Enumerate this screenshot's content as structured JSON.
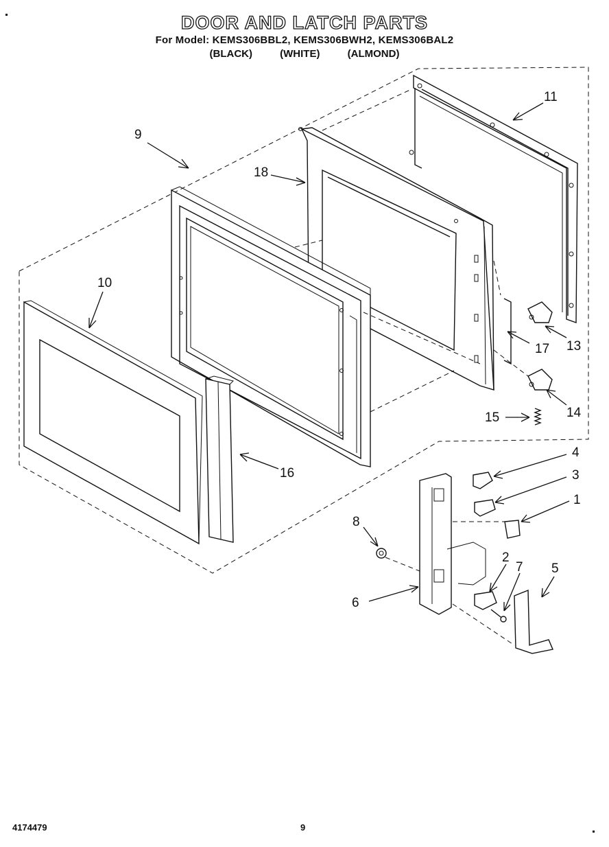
{
  "header": {
    "title": "DOOR AND LATCH PARTS",
    "subtitle": "For Model: KEMS306BBL2, KEMS306BWH2, KEMS306BAL2",
    "colors": [
      "(BLACK)",
      "(WHITE)",
      "(ALMOND)"
    ]
  },
  "callouts": {
    "c1": "1",
    "c2": "2",
    "c3": "3",
    "c4": "4",
    "c5": "5",
    "c6": "6",
    "c7": "7",
    "c8": "8",
    "c9": "9",
    "c10": "10",
    "c11": "11",
    "c13": "13",
    "c14": "14",
    "c15": "15",
    "c16": "16",
    "c17": "17",
    "c18": "18"
  },
  "footer": {
    "part_number": "4174479",
    "page_number": "9"
  }
}
